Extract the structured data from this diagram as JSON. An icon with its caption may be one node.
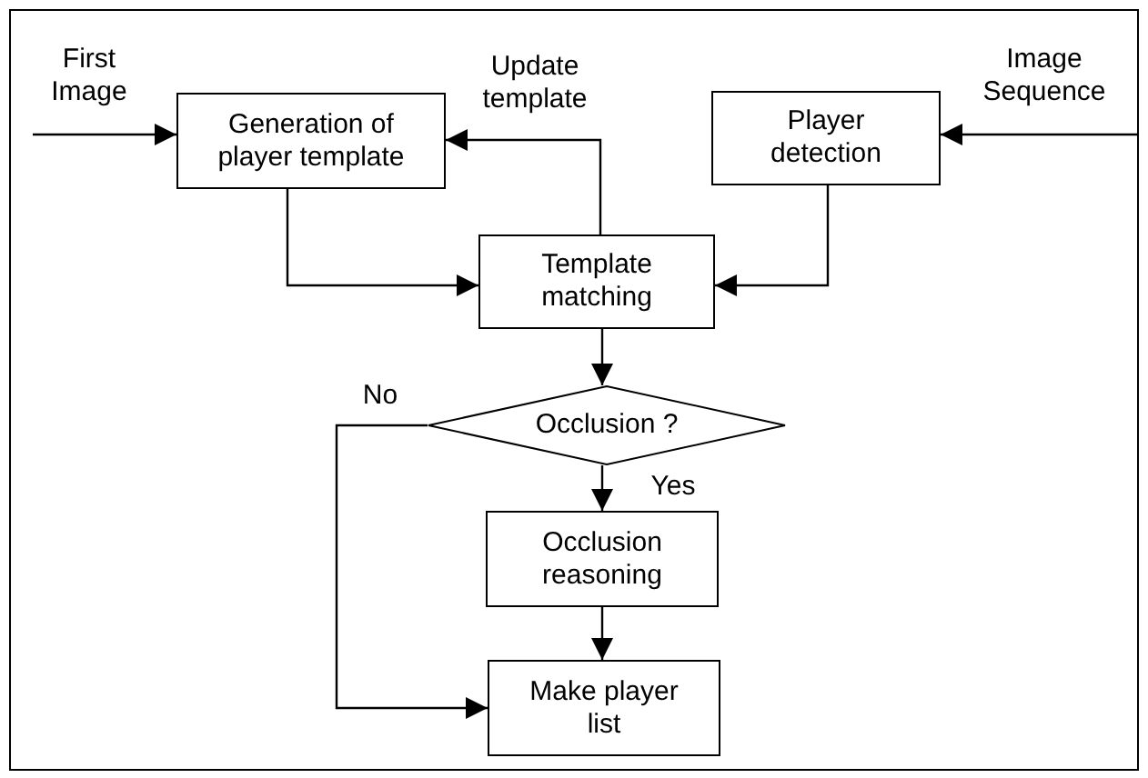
{
  "diagram": {
    "nodes": [
      {
        "text": [
          "Generation of player template"
        ]
      },
      {
        "text": [
          "Player detection"
        ]
      },
      {
        "text": [
          "Template matching"
        ]
      },
      {
        "text": [
          "Occlusion ?"
        ]
      },
      {
        "text": [
          "Occlusion reasoning"
        ]
      },
      {
        "text": [
          "Make player list"
        ]
      }
    ],
    "edges": [
      {
        "from": null,
        "to": 0,
        "arrow": "to",
        "label": "First Image"
      },
      {
        "from": null,
        "to": 1,
        "arrow": "to",
        "label": "Image Sequence"
      },
      {
        "from": 2,
        "to": 0,
        "arrow": "to",
        "label": "Update template"
      },
      {
        "from": 0,
        "to": 2,
        "arrow": "to"
      },
      {
        "from": 1,
        "to": 2,
        "arrow": "to"
      },
      {
        "from": 2,
        "to": 3,
        "arrow": "to"
      },
      {
        "from": 3,
        "to": 4,
        "arrow": "to",
        "label": "Yes"
      },
      {
        "from": 3,
        "to": 5,
        "arrow": "to",
        "label": "No"
      },
      {
        "from": 4,
        "to": 5,
        "arrow": "to"
      }
    ]
  }
}
